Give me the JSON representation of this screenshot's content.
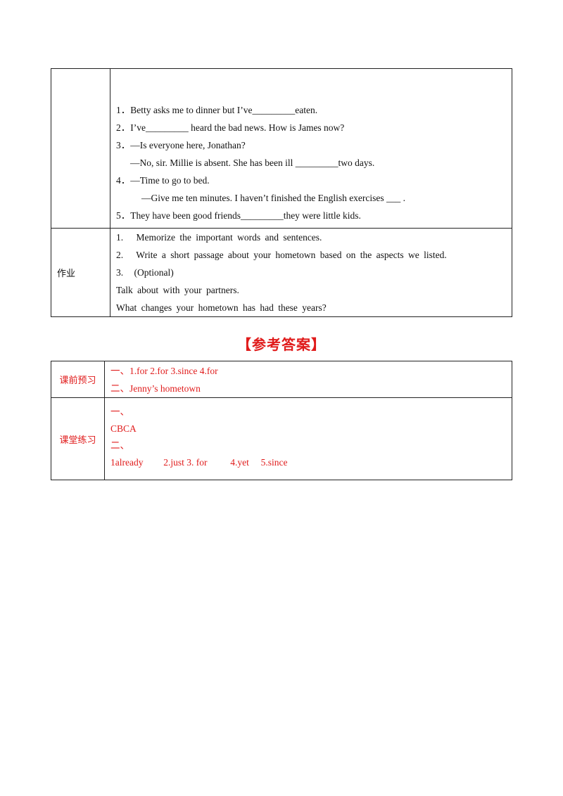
{
  "exercise_table": {
    "label": "",
    "questions": [
      "1．Betty asks me to dinner but I’ve_________eaten.",
      "2．I’ve_________ heard the bad news. How is James now?",
      "3．—Is everyone here, Jonathan?",
      "—No, sir. Millie is absent. She has been ill _________two days.",
      "4．—Time to go to bed.",
      "—Give me ten minutes. I haven’t finished the English exercises ___ .",
      "5．They have been good friends_________they were little kids."
    ],
    "homework_label": "作业",
    "homework": [
      "1.",
      "Memorize the important words and sentences.",
      "2.",
      "Write a short passage about your hometown based on the aspects we listed.",
      "3.",
      "(Optional)",
      "Talk about with your partners.",
      "What changes your hometown has had these years?"
    ]
  },
  "answers_heading": "【参考答案】",
  "answer_table": {
    "preview_label": "课前预习",
    "preview_lines": [
      "一、1.for 2.for 3.since 4.for",
      "二、Jenny’s  hometown"
    ],
    "practice_label": "课堂练习",
    "practice_lines": [
      "一、",
      "CBCA",
      "二、",
      "1already",
      "2.just  3.  for",
      "4.yet",
      "5.since"
    ]
  }
}
